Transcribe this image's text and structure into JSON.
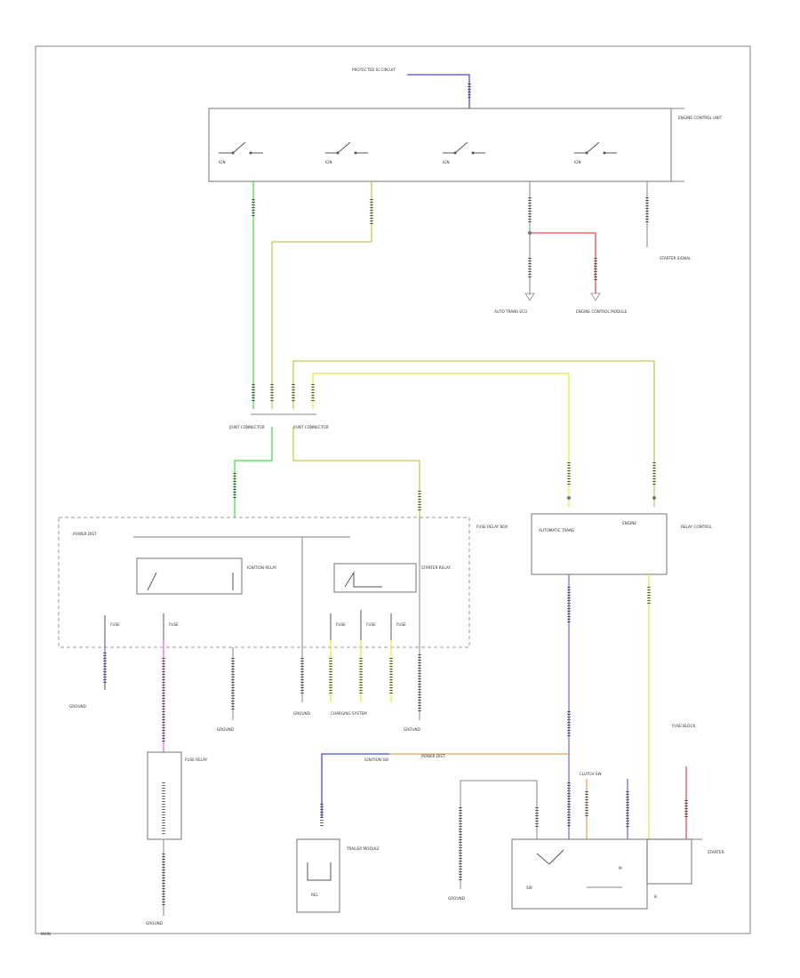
{
  "labels": {
    "top_source": "PROTECTED IG CIRCUIT",
    "ecu": "ENGINE CONTROL UNIT",
    "starter_signal": "STARTER SIGNAL",
    "auto_trans_ecu": "AUTO TRANS ECU",
    "engine_control_module": "ENGINE CONTROL MODULE",
    "junction_a": "JOINT CONNECTOR",
    "junction_b": "JOINT CONNECTOR",
    "fuse_relay_box": "FUSE RELAY BOX",
    "ignition_relay": "IGNITION RELAY",
    "starter_relay": "STARTER RELAY",
    "relay_control": "RELAY CONTROL",
    "auto_trans_main": "AUTOMATIC TRANS",
    "engine_main": "ENGINE",
    "ground_ecu": "GROUND",
    "power_dist": "POWER DIST",
    "charging_system": "CHARGING SYSTEM",
    "ground_left": "GROUND",
    "ground_mid": "GROUND",
    "ground_right": "GROUND",
    "ground_bottom": "GROUND",
    "ground_bottom_mid": "GROUND",
    "trailer_module": "TRAILER MODULE",
    "fuse_relay_main": "FUSE RELAY",
    "fuse_block": "FUSE BLOCK",
    "ignition_sw": "IGNITION SW",
    "clutch_sw": "CLUTCH SW",
    "starter_motor": "STARTER",
    "relay_id": "REL",
    "footer": "MAIN"
  },
  "wire_colors": {
    "blue": "#4848e8",
    "green": "#48e048",
    "yellow_green": "#c8c850",
    "red": "#e05050",
    "violet": "#7070e0",
    "pink": "#e070e0",
    "yellow": "#e8e840",
    "orange": "#e8a060",
    "gray": "#9a9a9a"
  }
}
